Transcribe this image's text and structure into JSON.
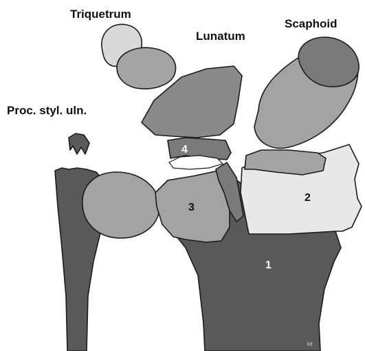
{
  "labels": {
    "triquetrum": "Triquetrum",
    "lunatum": "Lunatum",
    "scaphoid": "Scaphoid",
    "proc_styl_uln": "Proc. styl. uln."
  },
  "fragments": {
    "f1": "1",
    "f2": "2",
    "f3": "3",
    "f4": "4"
  },
  "signature": "kd",
  "colors": {
    "bone_dark": "#595959",
    "bone_mid": "#a3a3a3",
    "bone_light": "#d9d9d9",
    "bone_very_light": "#e8e8e8",
    "outline": "#1a1a1a"
  }
}
